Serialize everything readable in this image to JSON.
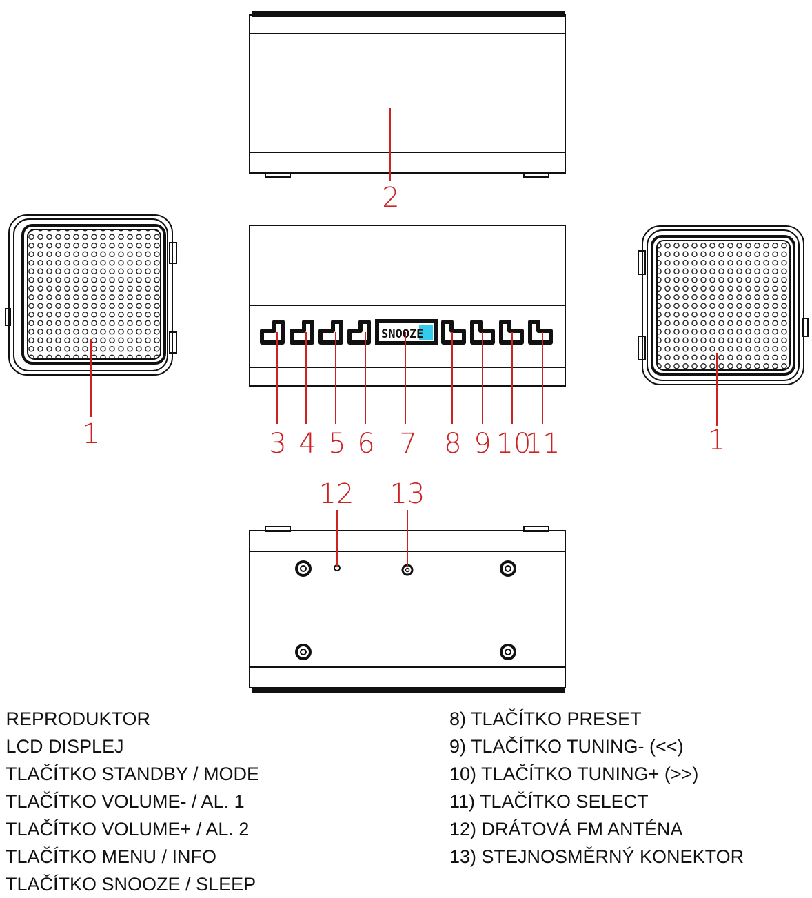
{
  "callouts": {
    "left_speaker": "1",
    "display": "2",
    "btn3": "3",
    "btn4": "4",
    "btn5": "5",
    "btn6": "6",
    "lcd": "7",
    "btn8": "8",
    "btn9": "9",
    "btn10": "10",
    "btn11": "11",
    "right_speaker": "1",
    "antenna": "12",
    "dc_jack": "13"
  },
  "lcd_text": "SNOOZE",
  "legend": {
    "left": [
      {
        "text": ") REPRODUKTOR"
      },
      {
        "text": ") LCD DISPLEJ"
      },
      {
        "text": ") TLAČÍTKO STANDBY / MODE"
      },
      {
        "text": ") TLAČÍTKO VOLUME- / AL. 1"
      },
      {
        "text": ") TLAČÍTKO VOLUME+ / AL. 2"
      },
      {
        "text": ") TLAČÍTKO MENU / INFO"
      },
      {
        "text": ") TLAČÍTKO SNOOZE / SLEEP"
      }
    ],
    "right": [
      {
        "text": "8)  TLAČÍTKO PRESET"
      },
      {
        "text": "9)  TLAČÍTKO TUNING- (<<)"
      },
      {
        "text": "10) TLAČÍTKO TUNING+ (>>)"
      },
      {
        "text": "11) TLAČÍTKO SELECT"
      },
      {
        "text": "12) DRÁTOVÁ FM ANTÉNA"
      },
      {
        "text": "13) STEJNOSMĚRNÝ KONEKTOR"
      }
    ]
  },
  "colors": {
    "outline": "#111111",
    "callout": "#cc2222",
    "lcd_accent": "#33ccee"
  }
}
